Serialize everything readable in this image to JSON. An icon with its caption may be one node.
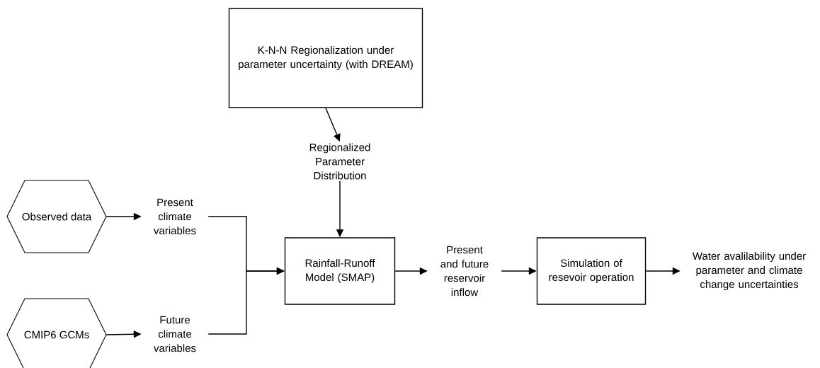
{
  "diagram": {
    "nodes": [
      {
        "text": [
          "K-N-N Regionalization under parameter uncertainty (with DREAM)"
        ]
      },
      {
        "text": [
          "Regionalized Parameter Distribution"
        ]
      },
      {
        "text": [
          "Observed data"
        ]
      },
      {
        "text": [
          "Present climate variables"
        ]
      },
      {
        "text": [
          "CMIP6 GCMs"
        ]
      },
      {
        "text": [
          "Future climate variables"
        ]
      },
      {
        "text": [
          "Rainfall-Runoff Model (SMAP)"
        ]
      },
      {
        "text": [
          "Present and future reservoir inflow"
        ]
      },
      {
        "text": [
          "Simulation of resevoir operation"
        ]
      },
      {
        "text": [
          "Water avalilability under parameter and climate change uncertainties"
        ]
      }
    ],
    "edges": [
      {
        "from": 0,
        "to": 1,
        "arrow": "to"
      },
      {
        "from": 1,
        "to": 6,
        "arrow": "to"
      },
      {
        "from": 2,
        "to": 3,
        "arrow": "to"
      },
      {
        "from": 4,
        "to": 5,
        "arrow": "to"
      },
      {
        "from": 3,
        "to": 6,
        "arrow": "to"
      },
      {
        "from": 5,
        "to": 6,
        "arrow": "to"
      },
      {
        "from": 6,
        "to": 7,
        "arrow": "to"
      },
      {
        "from": 7,
        "to": 8,
        "arrow": "to"
      },
      {
        "from": 8,
        "to": 9,
        "arrow": "to"
      }
    ]
  }
}
